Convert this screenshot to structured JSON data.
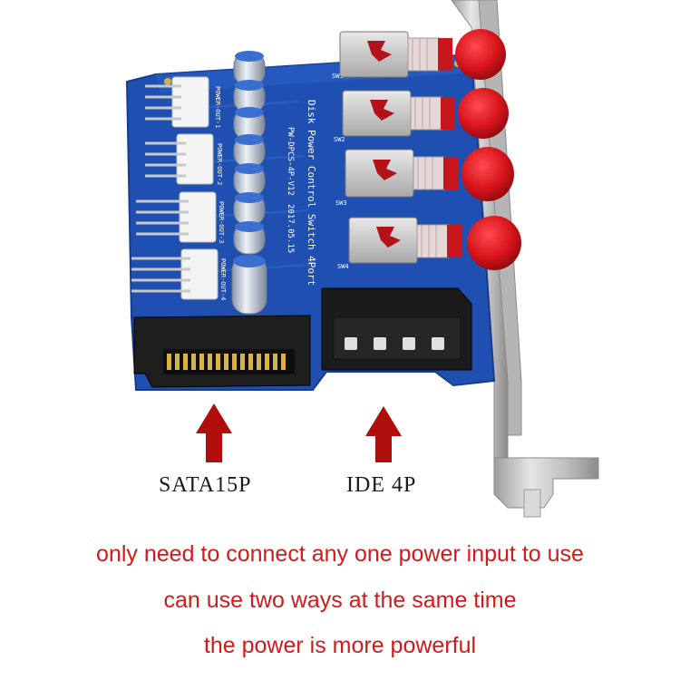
{
  "image": {
    "board_text": {
      "title": "Disk Power Control Switch 4Port",
      "model": "PW-DPCS-4P-V12",
      "date": "2017.05.15",
      "ports": [
        "POWER-OUT-1",
        "POWER-OUT-2",
        "POWER-OUT-3",
        "POWER-OUT-4"
      ],
      "switches": [
        "SW1",
        "SW2",
        "SW3",
        "SW4"
      ]
    },
    "colors": {
      "pcb": "#1f4fb0",
      "pcb_dark": "#173c8c",
      "bracket": "#c9c9c9",
      "button": "#d8141b",
      "arrow": "#b00d0d",
      "caption": "#d21a1a"
    }
  },
  "labels": {
    "sata": "SATA15P",
    "ide": "IDE 4P"
  },
  "captions": [
    "only need to connect any one power input to use",
    "can use two ways at the same time",
    "the power is more powerful"
  ]
}
